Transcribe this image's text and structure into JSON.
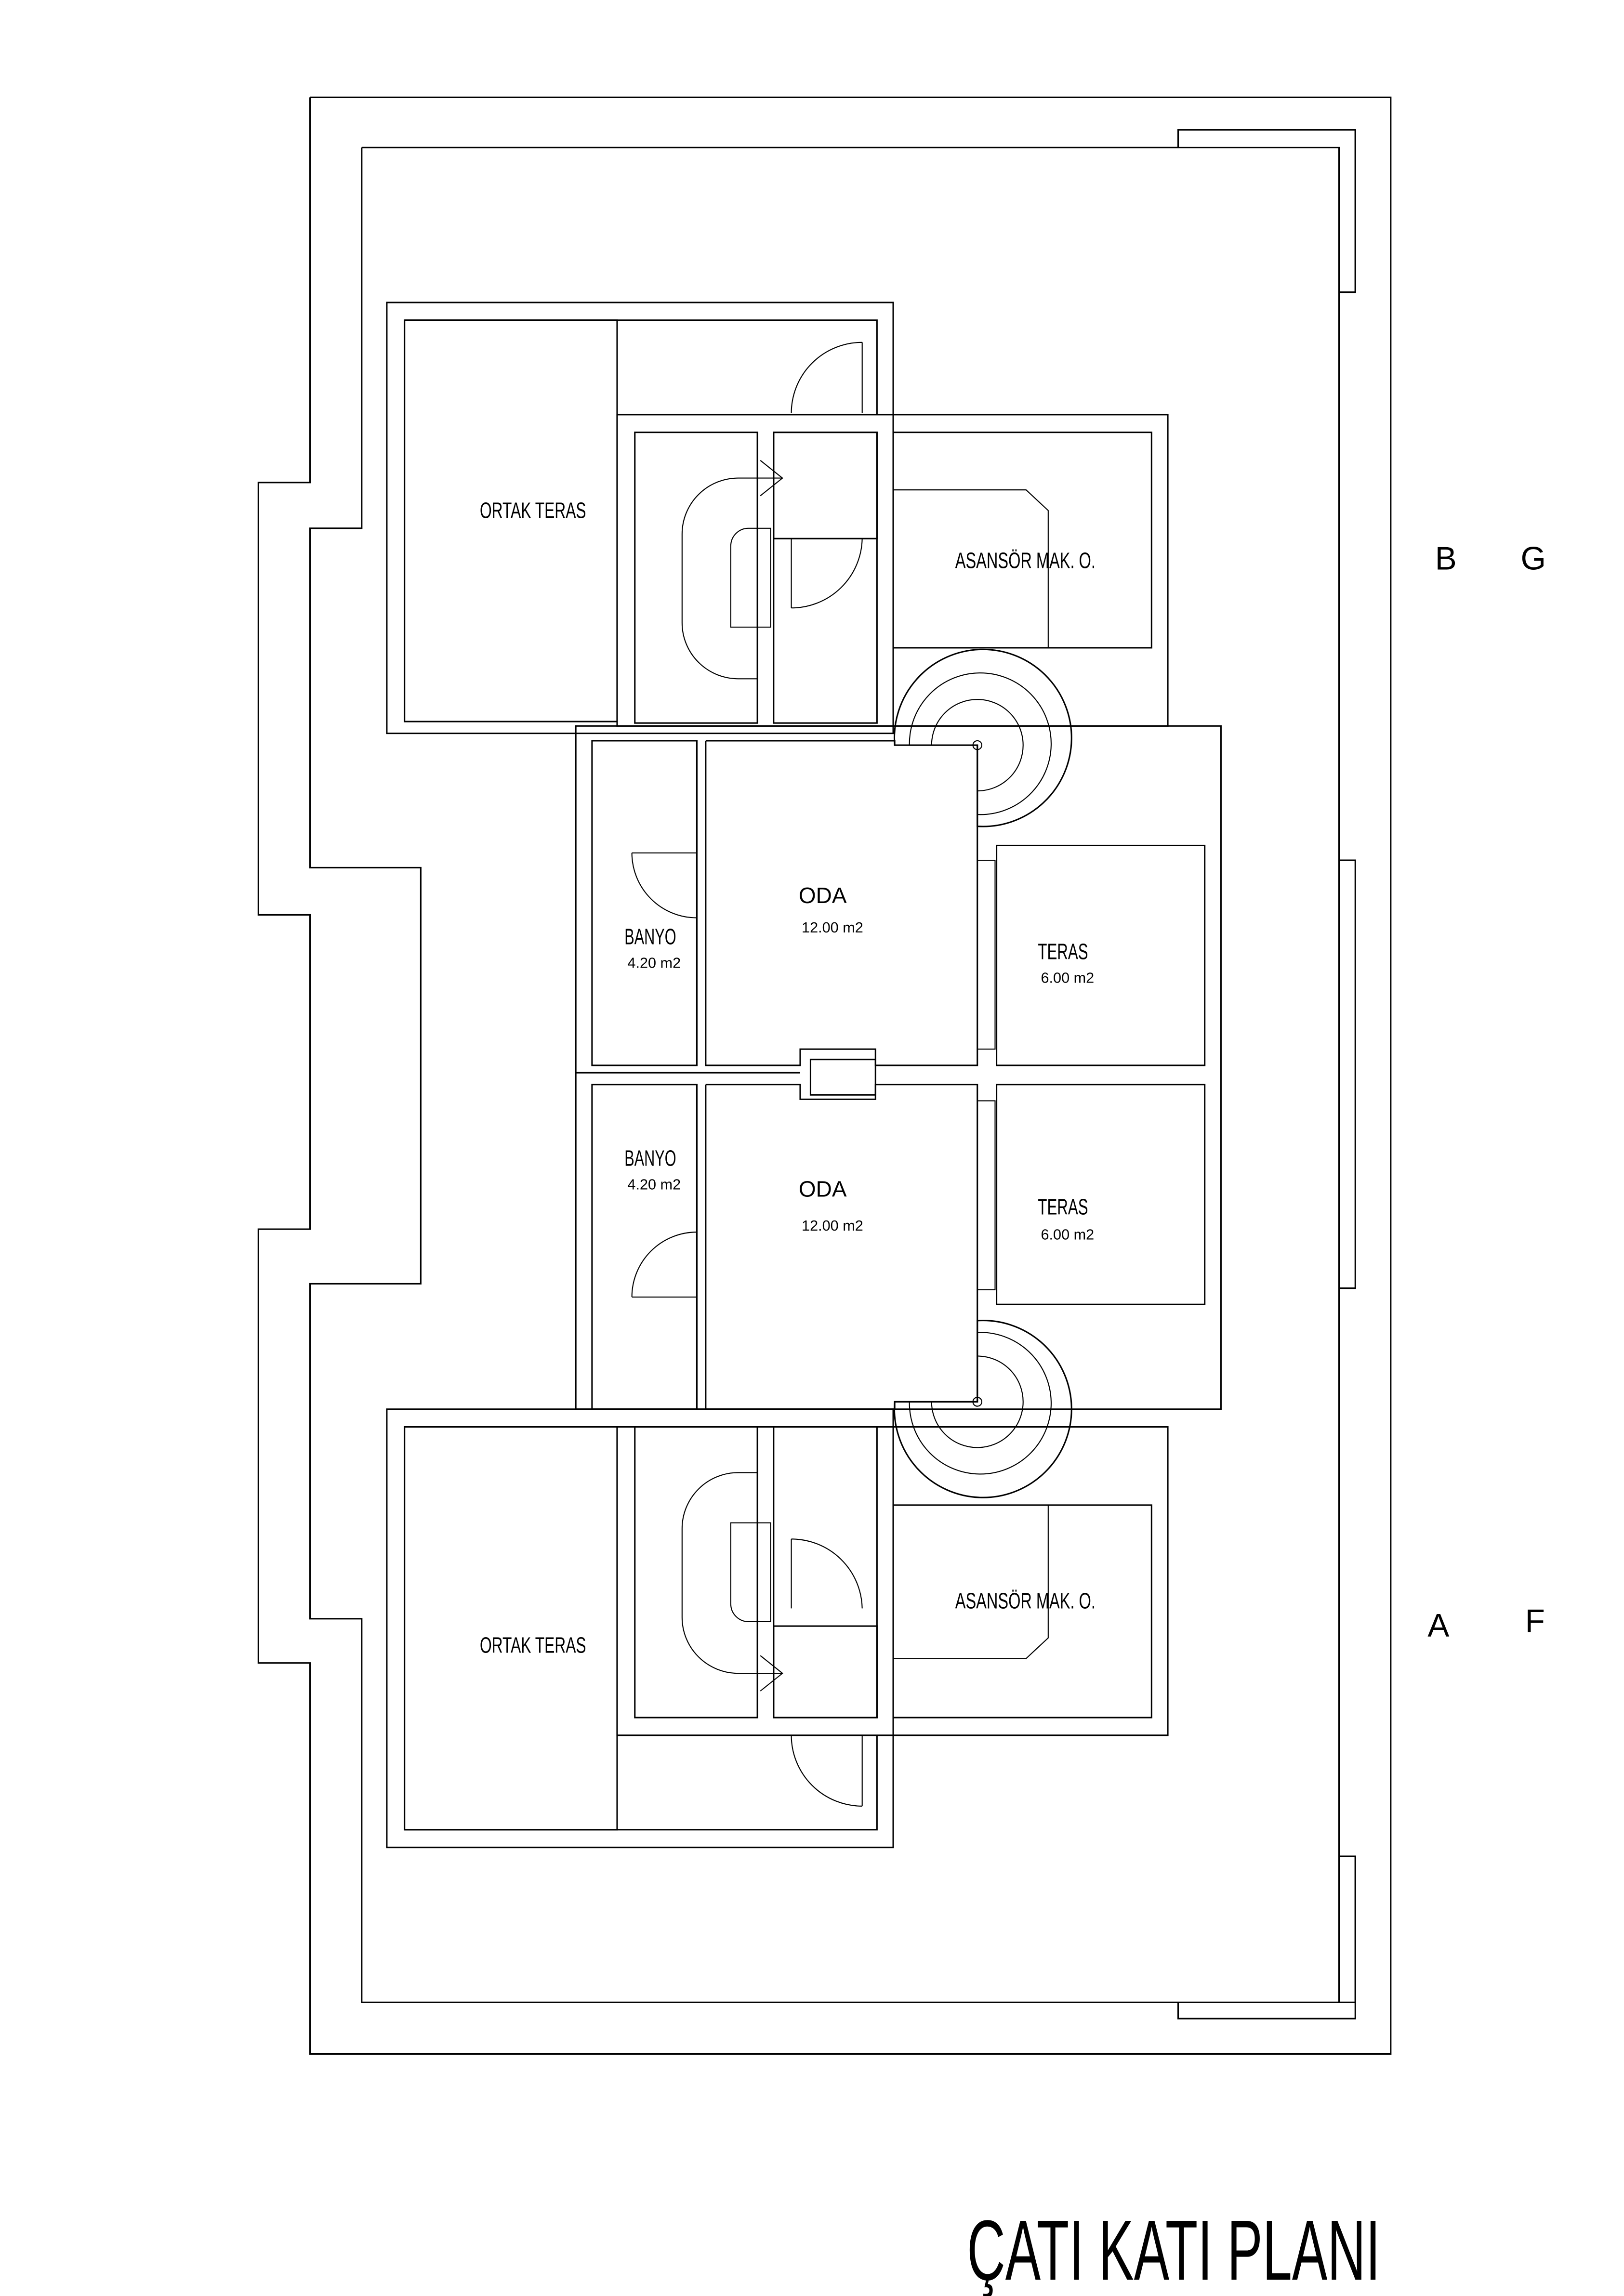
{
  "drawing": {
    "title": "ÇATI KATI PLANI",
    "grid_labels": {
      "b": "B",
      "g": "G",
      "a": "A",
      "f": "F"
    },
    "rooms": {
      "ortak_teras_top": {
        "name": "ORTAK TERAS"
      },
      "ortak_teras_bottom": {
        "name": "ORTAK TERAS"
      },
      "asansor_top": {
        "name": "ASANSÖR MAK. O."
      },
      "asansor_bottom": {
        "name": "ASANSÖR MAK. O."
      },
      "banyo_top": {
        "name": "BANYO",
        "area": "4.20 m2"
      },
      "banyo_bottom": {
        "name": "BANYO",
        "area": "4.20 m2"
      },
      "oda_top": {
        "name": "ODA",
        "area": "12.00 m2"
      },
      "oda_bottom": {
        "name": "ODA",
        "area": "12.00 m2"
      },
      "teras_top": {
        "name": "TERAS",
        "area": "6.00 m2"
      },
      "teras_bottom": {
        "name": "TERAS",
        "area": "6.00 m2"
      }
    }
  }
}
